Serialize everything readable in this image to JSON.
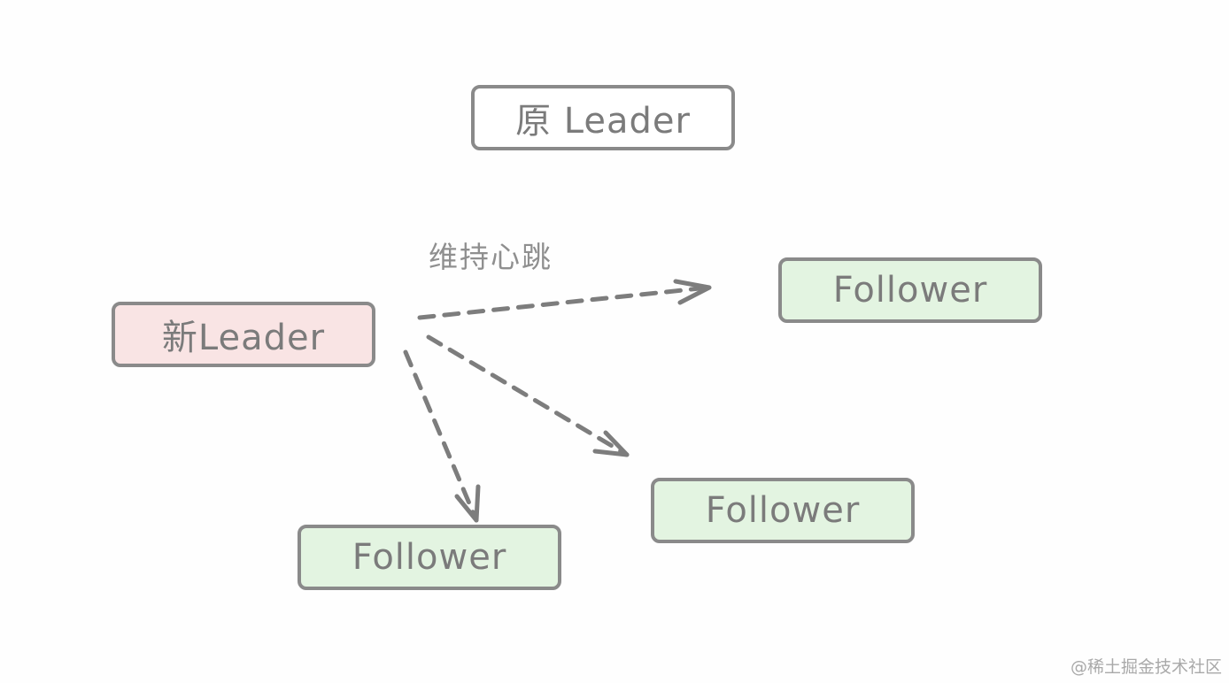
{
  "nodes": {
    "old_leader": {
      "label": "原 Leader",
      "fill": "#ffffff"
    },
    "new_leader": {
      "label": "新Leader",
      "fill": "#f9e4e4"
    },
    "follower_1": {
      "label": "Follower",
      "fill": "#e3f4e1"
    },
    "follower_2": {
      "label": "Follower",
      "fill": "#e3f4e1"
    },
    "follower_3": {
      "label": "Follower",
      "fill": "#e3f4e1"
    }
  },
  "edge_label": "维持心跳",
  "edges": [
    {
      "from": "new_leader",
      "to": "follower_1",
      "style": "dashed"
    },
    {
      "from": "new_leader",
      "to": "follower_2",
      "style": "dashed"
    },
    {
      "from": "new_leader",
      "to": "follower_3",
      "style": "dashed"
    }
  ],
  "colors": {
    "stroke": "#8a8a8a",
    "text": "#7b7b7b",
    "arrow": "#7d7d7d"
  },
  "watermark": "@稀土掘金技术社区"
}
